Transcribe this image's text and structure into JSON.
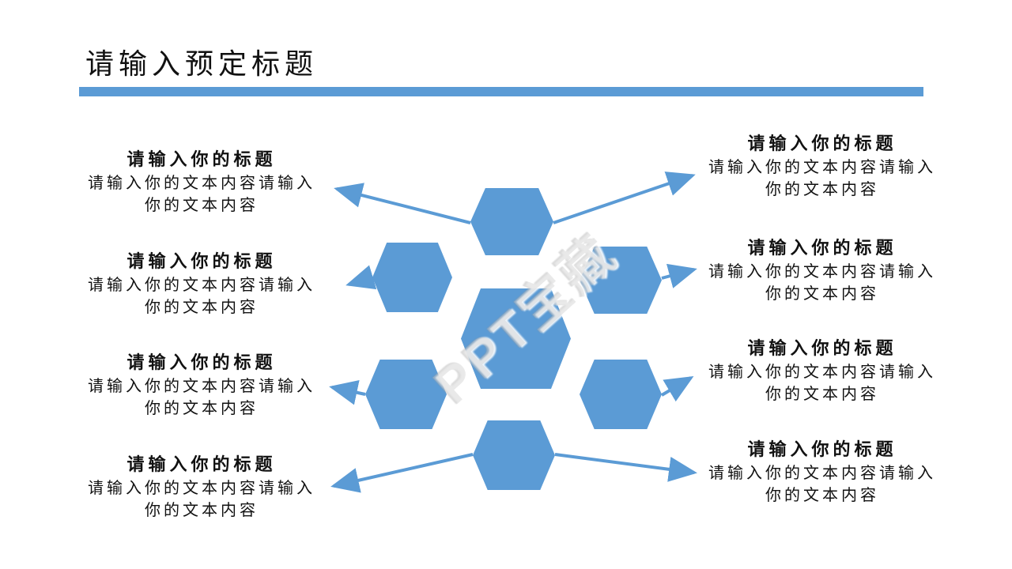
{
  "slide": {
    "title": "请输入预定标题",
    "watermark": "PPT宝藏",
    "accent_color": "#5B9BD5",
    "text_color": "#111111"
  },
  "blocks": [
    {
      "side": "left",
      "title": "请输入你的标题",
      "body": "请输入你的文本内容请输入你的文本内容"
    },
    {
      "side": "left",
      "title": "请输入你的标题",
      "body": "请输入你的文本内容请输入你的文本内容"
    },
    {
      "side": "left",
      "title": "请输入你的标题",
      "body": "请输入你的文本内容请输入你的文本内容"
    },
    {
      "side": "left",
      "title": "请输入你的标题",
      "body": "请输入你的文本内容请输入你的文本内容"
    },
    {
      "side": "right",
      "title": "请输入你的标题",
      "body": "请输入你的文本内容请输入你的文本内容"
    },
    {
      "side": "right",
      "title": "请输入你的标题",
      "body": "请输入你的文本内容请输入你的文本内容"
    },
    {
      "side": "right",
      "title": "请输入你的标题",
      "body": "请输入你的文本内容请输入你的文本内容"
    },
    {
      "side": "right",
      "title": "请输入你的标题",
      "body": "请输入你的文本内容请输入你的文本内容"
    }
  ]
}
